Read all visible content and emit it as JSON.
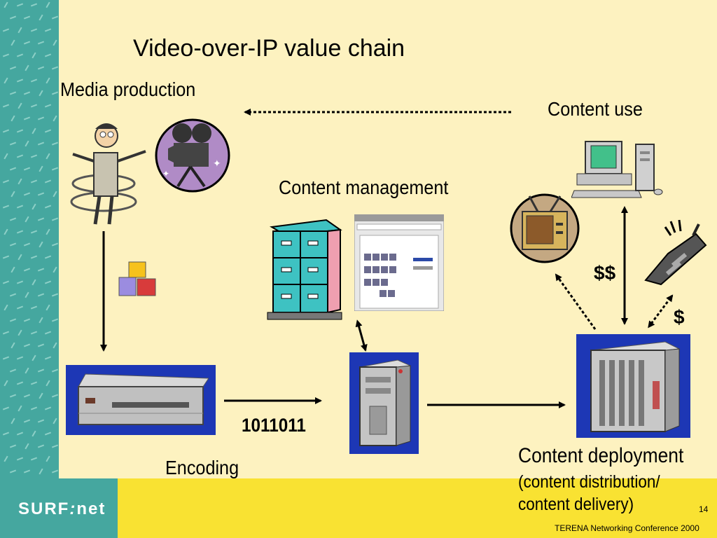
{
  "slide": {
    "title": "Video-over-IP value chain",
    "page_number": "14",
    "footer": "TERENA Networking Conference 2000"
  },
  "logo": {
    "name": "SURF",
    "suffix": "net"
  },
  "labels": {
    "media_production": "Media production",
    "content_use": "Content use",
    "content_management": "Content management",
    "encoding": "Encoding",
    "binary": "1011011",
    "content_deployment": "Content deployment",
    "content_distribution": "(content distribution/",
    "content_delivery": "content delivery)",
    "double_dollar": "$$",
    "single_dollar": "$"
  },
  "icons": [
    "presenter-cartoon-icon",
    "movie-camera-icon",
    "blocks-icon",
    "filing-cabinet-icon",
    "web-page-screenshot-icon",
    "video-encoder-icon",
    "server-tower-icon",
    "network-rack-icon",
    "desktop-computer-icon",
    "television-icon",
    "mobile-phone-icon"
  ],
  "colors": {
    "background": "#fdf2c0",
    "sidebar": "#45a79f",
    "footer_band": "#f9e232",
    "icon_box": "#1d37b5"
  }
}
